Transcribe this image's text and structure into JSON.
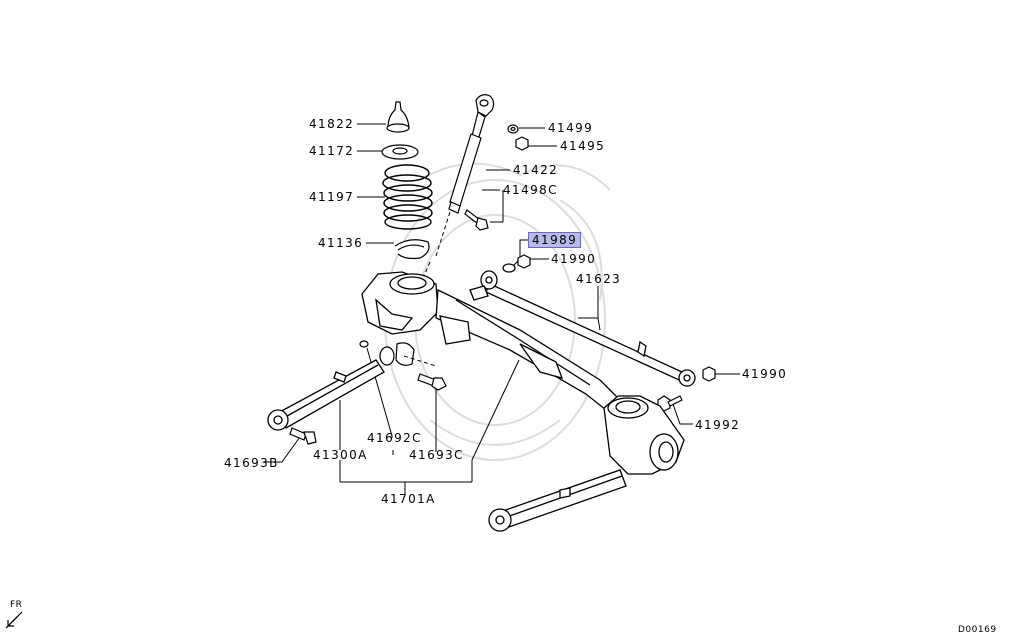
{
  "parts": {
    "p41822": "41822",
    "p41172": "41172",
    "p41197": "41197",
    "p41136": "41136",
    "p41499": "41499",
    "p41495": "41495",
    "p41422": "41422",
    "p41498c": "41498C",
    "p41989": "41989",
    "p41990a": "41990",
    "p41623": "41623",
    "p41990b": "41990",
    "p41992": "41992",
    "p41692c": "41692C",
    "p41693b": "41693B",
    "p41300a": "41300A",
    "p41693c": "41693C",
    "p41701a": "41701A"
  },
  "front_marker": "FR",
  "diagram_code": "D00169",
  "colors": {
    "highlight": "#b9b9e8",
    "line": "#000000",
    "watermark": "#d9d9d9"
  }
}
